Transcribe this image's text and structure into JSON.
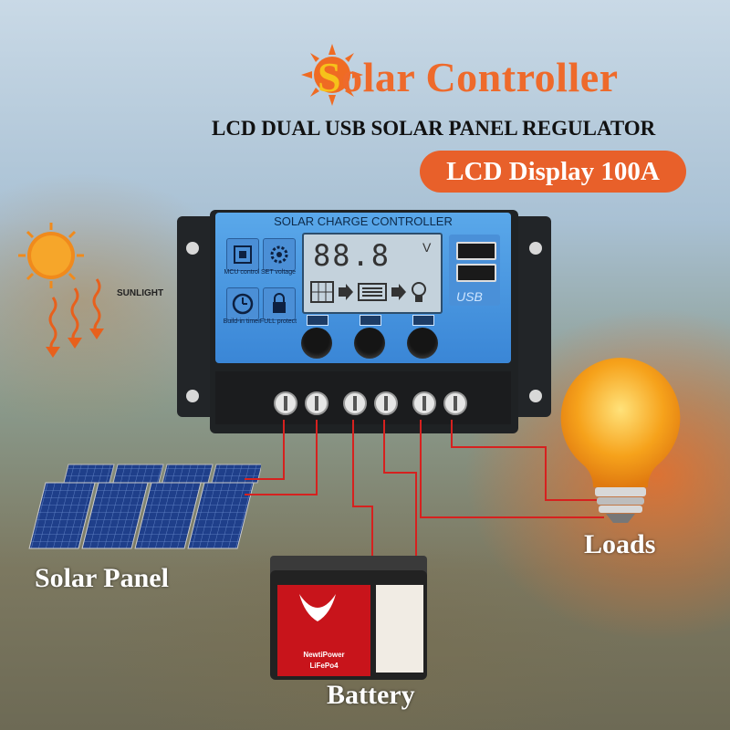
{
  "header": {
    "title_initial": "S",
    "title_rest": "olar Controller",
    "subtitle": "LCD DUAL USB SOLAR PANEL REGULATOR",
    "badge": "LCD Display 100A"
  },
  "controller": {
    "faceplate_title": "SOLAR CHARGE CONTROLLER",
    "lcd_digits": "88.8",
    "lcd_unit": "V",
    "usb_label": "USB",
    "icons": [
      {
        "name": "mcu-control-icon",
        "label": "MCU control"
      },
      {
        "name": "set-voltage-icon",
        "label": "SET voltage"
      },
      {
        "name": "timer-icon",
        "label": "Build-in timer"
      },
      {
        "name": "lock-icon",
        "label": "FULL protect"
      }
    ]
  },
  "labels": {
    "sunlight": "SUNLIGHT",
    "solar_panel": "Solar Panel",
    "battery": "Battery",
    "loads": "Loads"
  },
  "battery": {
    "brand": "NewtiPower",
    "chem": "LiFePo4"
  },
  "colors": {
    "accent_orange": "#ee6a2b",
    "badge_bg": "#e8602a",
    "wire": "#d6211f",
    "faceplate_blue": "#4a94e0"
  }
}
